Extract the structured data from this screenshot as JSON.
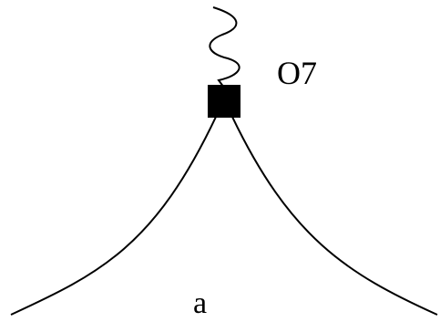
{
  "diagram": {
    "vertex_label": "O7",
    "bottom_label": "a",
    "colors": {
      "line": "#000000",
      "vertex_fill": "#000000",
      "background": "#ffffff"
    },
    "elements": {
      "wavy_line": "photon-line",
      "vertex": "square-vertex",
      "left_curve": "curved-line",
      "right_curve": "curved-line"
    }
  }
}
